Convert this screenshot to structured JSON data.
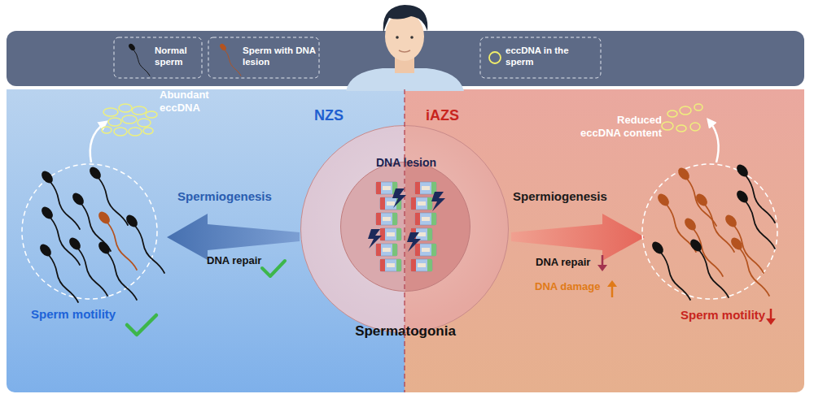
{
  "diagram": {
    "nodes": [
      {
        "text": [
          "NZS"
        ]
      },
      {
        "text": [
          "iAZS"
        ]
      },
      {
        "text": [
          "Spermatogonia"
        ]
      },
      {
        "text": [
          "DNA lesion"
        ],
        "in": 2
      }
    ],
    "labels": [
      "Abundant eccDNA",
      "Spermiogenesis",
      "DNA repair",
      "Sperm motility",
      "Reduced eccDNA content",
      "Spermiogenesis",
      "DNA repair",
      "DNA damage",
      "Sperm motility"
    ],
    "legend": [
      {
        "text": "Normal sperm"
      },
      {
        "text": "Sperm with DNA lesion"
      },
      {
        "text": "eccDNA in the sperm"
      }
    ]
  }
}
